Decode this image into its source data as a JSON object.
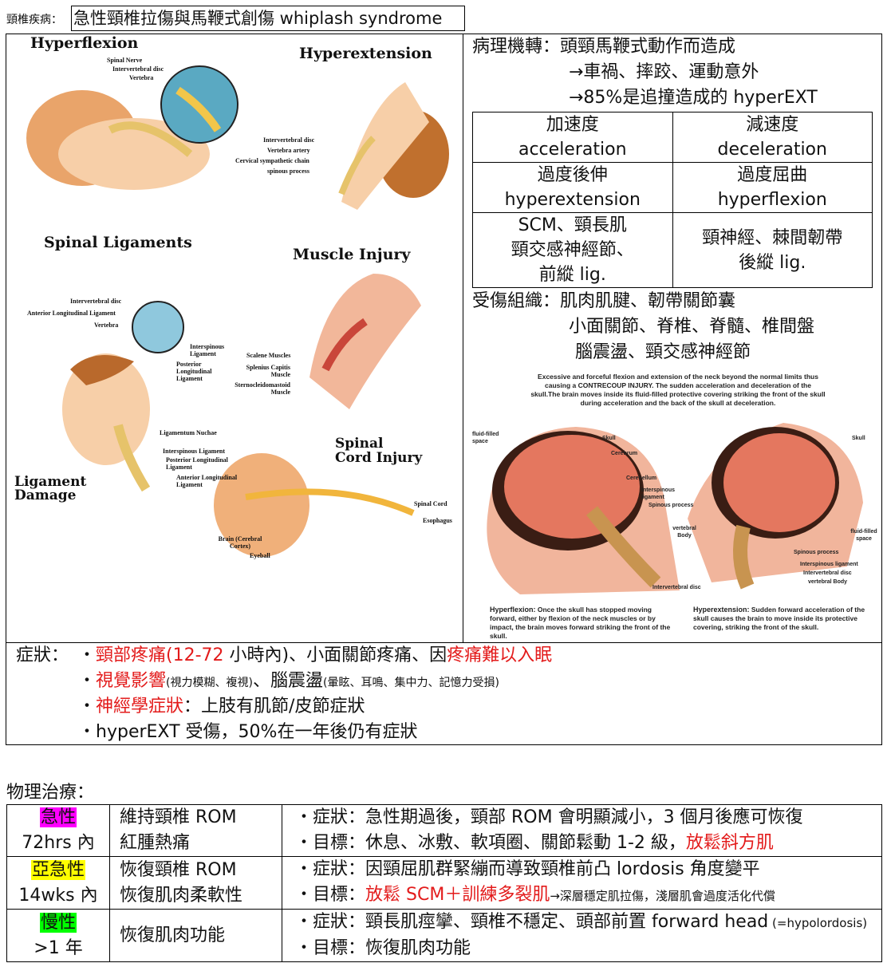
{
  "header": {
    "prefix": "頸椎疾病：",
    "title": "急性頸椎拉傷與馬鞭式創傷 whiplash syndrome"
  },
  "illustrations": {
    "hyperflexion": {
      "title": "Hyperflexion",
      "labels": [
        "Spinal Nerve",
        "Intervertebral disc",
        "Vertebra"
      ]
    },
    "hyperextension": {
      "title": "Hyperextension",
      "labels": [
        "Intervertebral disc",
        "Vertebra artery",
        "Cervical sympathetic chain",
        "spinous process"
      ]
    },
    "spinal_ligaments": {
      "title": "Spinal Ligaments",
      "labels": [
        "Intervertebral disc",
        "Anterior Longitudinal Ligament",
        "Vertebra",
        "Interspinous Ligament",
        "Posterior Longitudinal Ligament"
      ]
    },
    "muscle_injury": {
      "title": "Muscle Injury",
      "labels": [
        "Scalene Muscles",
        "Splenius Capitis Muscle",
        "Sternocleidomastoid Muscle"
      ]
    },
    "ligament_damage": {
      "title": "Ligament Damage",
      "labels": [
        "Ligamentum Nuchae",
        "Interspinous Ligament",
        "Posterior Longitudinal Ligament",
        "Anterior Longitudinal Ligament"
      ]
    },
    "spinal_cord": {
      "title": "Spinal Cord Injury",
      "labels": [
        "Spinal Cord",
        "Esophagus",
        "Brain (Cerebral Cortex)",
        "Eyeball"
      ]
    }
  },
  "mechanism": {
    "line1": "病理機轉：頭頸馬鞭式動作而造成",
    "line2": "→車禍、摔跤、運動意外",
    "line3": "→85%是追撞造成的 hyperEXT",
    "table": [
      [
        "加速度",
        "acceleration",
        "減速度",
        "deceleration"
      ],
      [
        "過度後伸",
        "hyperextension",
        "過度屈曲",
        "hyperflexion"
      ],
      [
        "SCM、頸長肌",
        "頸交感神經節、",
        "前縱 lig.",
        "頸神經、棘間韌帶",
        "後縱 lig."
      ]
    ],
    "injured_1": "受傷組織：肌肉肌腱、韌帶關節囊",
    "injured_2": "小面關節、脊椎、脊髓、椎間盤",
    "injured_3": "腦震盪、頸交感神經節"
  },
  "brain_figure": {
    "intro": "Excessive and forceful flexion and extension of the neck beyond the normal limits thus causing a CONTRECOUP INJURY. The sudden acceleration and deceleration of the skull.The brain moves inside its fluid-filled protective covering striking the front of the skull during acceleration and the back of the skull at deceleration.",
    "left_labels": [
      "fluid-filled space",
      "Skull",
      "Cerebrum",
      "Cerebellum",
      "Interspinous ligament",
      "Spinous process",
      "vertebral Body",
      "Intervertebral disc"
    ],
    "right_labels": [
      "Skull",
      "fluid-filled space",
      "Spinous process",
      "Interspinous ligament",
      "Intervertebral disc",
      "vertebral Body"
    ],
    "cap_left_head": "Hyperflexion:",
    "cap_left": " Once the skull has stopped moving forward, either by flexion of the neck muscles or by impact, the brain moves forward striking the front of the skull.",
    "cap_right_head": "Hyperextension:",
    "cap_right": " Sudden forward acceleration of the skull causes the brain to move inside its protective covering, striking the front of the skull."
  },
  "symptoms": {
    "label": "症狀：",
    "l1": [
      "頸部疼痛",
      "(12-72",
      " 小時內)、小面關節疼痛、因",
      "疼痛難以入眠"
    ],
    "l2": [
      "視覺影響",
      "(視力模糊、複視)",
      "、腦震盪",
      "(暈眩、耳鳴、集中力、記憶力受損)"
    ],
    "l3": [
      "神經學症狀",
      "：上肢有肌節/皮節症狀"
    ],
    "l4": "hyperEXT 受傷，50%在一年後仍有症狀"
  },
  "pt": {
    "title": "物理治療：",
    "colors": {
      "acute": "#ff00ff",
      "subacute": "#ffff00",
      "chronic": "#00ff00",
      "emphasis": "#e31b1b"
    },
    "rows": [
      {
        "stage": "急性",
        "time": "72hrs 內",
        "goals": [
          "維持頸椎 ROM",
          "紅腫熱痛"
        ],
        "s": "・症狀：急性期過後，頸部 ROM 會明顯減小，3 個月後應可恢復",
        "g": "・目標：休息、冰敷、軟項圈、關節鬆動 1-2 級，",
        "g_red": "放鬆斜方肌"
      },
      {
        "stage": "亞急性",
        "time": "14wks 內",
        "goals": [
          "恢復頸椎 ROM",
          "恢復肌肉柔軟性"
        ],
        "s": "・症狀：因頸屈肌群緊繃而導致頸椎前凸 lordosis 角度變平",
        "g": "・目標：",
        "g_red": "放鬆 SCM＋訓練多裂肌",
        "g_note": "→深層穩定肌拉傷，淺層肌會過度活化代償"
      },
      {
        "stage": "慢性",
        "time": ">1 年",
        "goals": [
          "恢復肌肉功能"
        ],
        "s": "・症狀：頸長肌痙攣、頸椎不穩定、頭部前置 forward head",
        "s_note": " (=hypolordosis)",
        "g": "・目標：恢復肌肉功能"
      }
    ]
  }
}
